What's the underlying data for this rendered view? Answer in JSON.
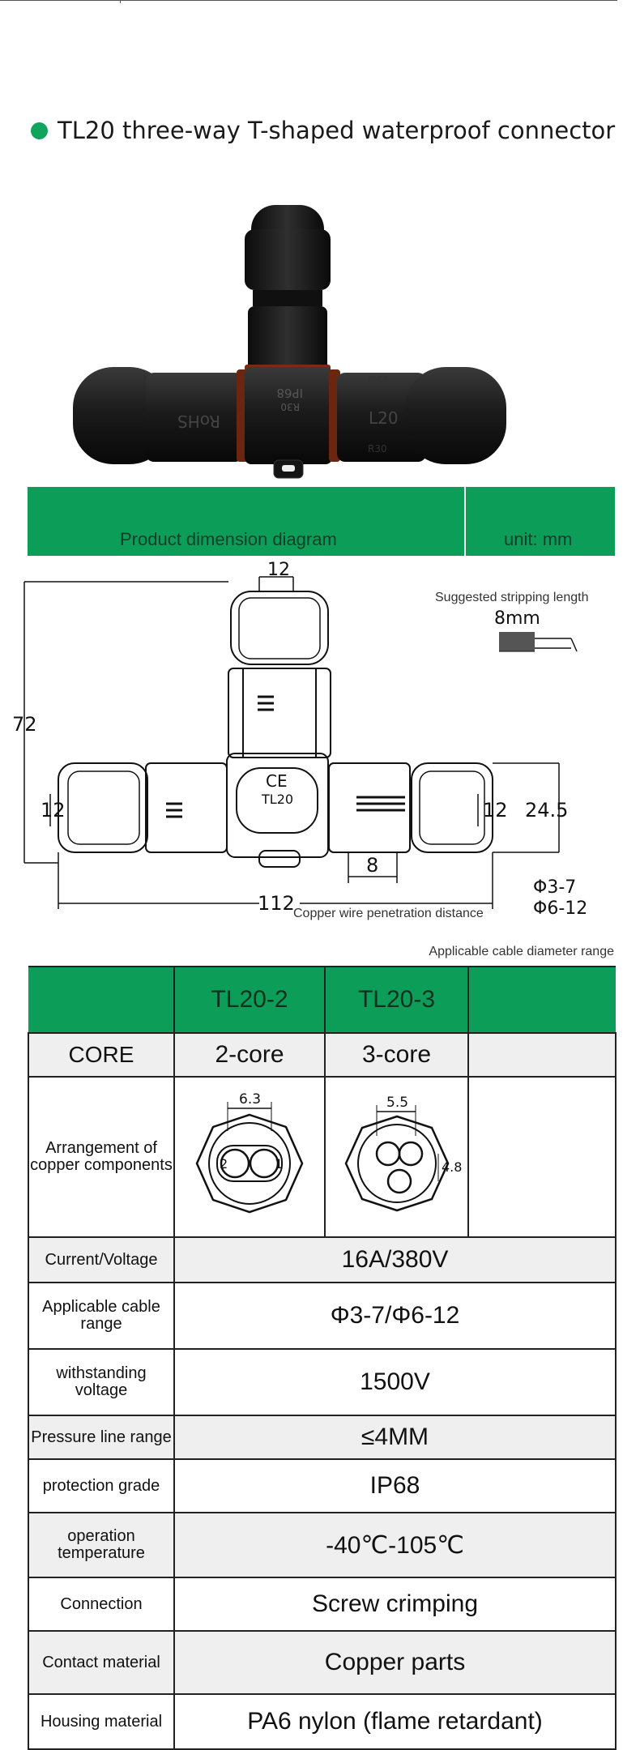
{
  "title": "TL20 three-way T-shaped waterproof connector",
  "product_photo": {
    "markings": [
      "RoHS",
      "IP68",
      "R30",
      "L20",
      "IP68",
      "R30"
    ]
  },
  "dimension_bar": {
    "left_label": "Product dimension diagram",
    "right_label": "unit: mm"
  },
  "diagram": {
    "dim_12_top": "12",
    "dim_72": "72",
    "dim_12_left": "12",
    "dim_12_right": "12",
    "dim_24_5": "24.5",
    "dim_8": "8",
    "dim_112": "112",
    "copper_note": "Copper wire penetration distance",
    "strip_title": "Suggested stripping length",
    "strip_len": "8mm",
    "ce": "CE",
    "model": "TL20",
    "phi1": "Φ3-7",
    "phi2": "Φ6-12"
  },
  "range_label": "Applicable cable diameter range",
  "table": {
    "header": [
      "",
      "TL20-2",
      "TL20-3",
      ""
    ],
    "core": {
      "label": "CORE",
      "v1": "2-core",
      "v2": "3-core"
    },
    "arrangement": {
      "label": "Arrangement of copper components",
      "dim1": "6.3",
      "dim2": "5.5",
      "dim3": "4.8",
      "pin_a": "2",
      "pin_b": "1"
    },
    "rows": [
      {
        "label": "Current/Voltage",
        "value": "16A/380V"
      },
      {
        "label": "Applicable cable range",
        "value": "Φ3-7/Φ6-12"
      },
      {
        "label": "withstanding voltage",
        "value": "1500V"
      },
      {
        "label": "Pressure line range",
        "value": "≤4MM"
      },
      {
        "label": "protection grade",
        "value": "IP68"
      },
      {
        "label": "operation temperature",
        "value": "-40℃-105℃"
      },
      {
        "label": "Connection",
        "value": "Screw crimping"
      },
      {
        "label": "Contact material",
        "value": "Copper parts"
      },
      {
        "label": "Housing material",
        "value": "PA6 nylon (flame retardant)"
      }
    ]
  }
}
